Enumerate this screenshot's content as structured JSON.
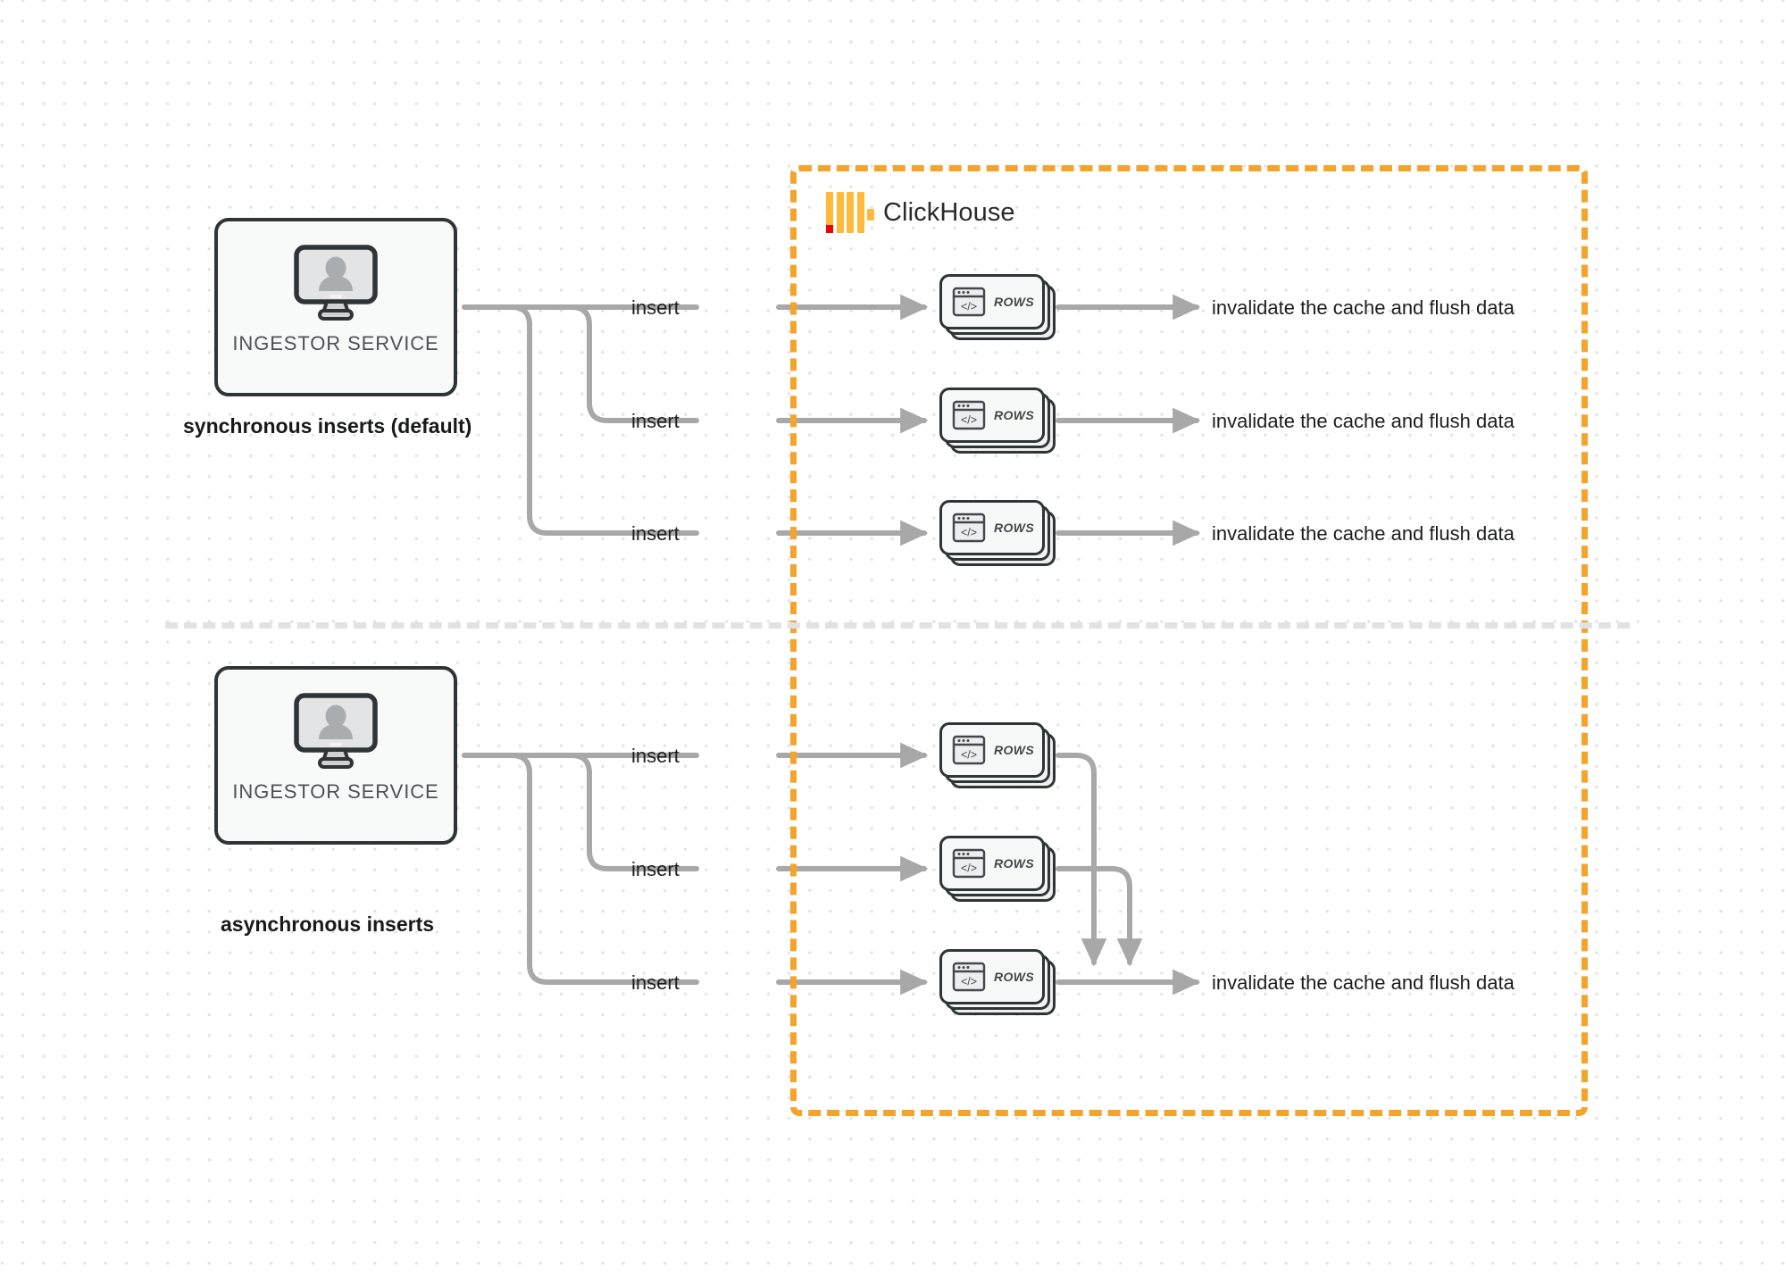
{
  "diagram": {
    "title": "ClickHouse synchronous vs asynchronous inserts",
    "background": "#ffffff",
    "dot_grid_color": "#e3e3e3"
  },
  "clickhouse_boundary": {
    "label": "ClickHouse",
    "logo_name": "clickhouse-logo",
    "border_color": "#f5a42b",
    "border_style": "dashed",
    "accent_red": "#f00000"
  },
  "sections": [
    {
      "id": "synchronous",
      "caption": "synchronous inserts (default)",
      "node": {
        "label": "INGESTOR SERVICE",
        "icon": "monitor-user-icon"
      },
      "rows": [
        {
          "insert_label": "insert",
          "card_label": "ROWS",
          "card_icon": "code-window-icon",
          "output_label": "invalidate the cache and flush data"
        },
        {
          "insert_label": "insert",
          "card_label": "ROWS",
          "card_icon": "code-window-icon",
          "output_label": "invalidate the cache and flush data"
        },
        {
          "insert_label": "insert",
          "card_label": "ROWS",
          "card_icon": "code-window-icon",
          "output_label": "invalidate the cache and flush data"
        }
      ]
    },
    {
      "id": "asynchronous",
      "caption": "asynchronous inserts",
      "node": {
        "label": "INGESTOR SERVICE",
        "icon": "monitor-user-icon"
      },
      "rows": [
        {
          "insert_label": "insert",
          "card_label": "ROWS",
          "card_icon": "code-window-icon",
          "output_label": ""
        },
        {
          "insert_label": "insert",
          "card_label": "ROWS",
          "card_icon": "code-window-icon",
          "output_label": ""
        },
        {
          "insert_label": "insert",
          "card_label": "ROWS",
          "card_icon": "code-window-icon",
          "output_label": "invalidate the cache and flush data"
        }
      ]
    }
  ],
  "colors": {
    "wire": "#a8a8a8",
    "node_border": "#2f3437",
    "node_fill": "#f8f9f9",
    "text": "#1c1d1e",
    "muted_text": "#4d5256",
    "divider": "#e2e2e2",
    "orange": "#f5a42b",
    "logo_yellow": "#ffb93b"
  }
}
